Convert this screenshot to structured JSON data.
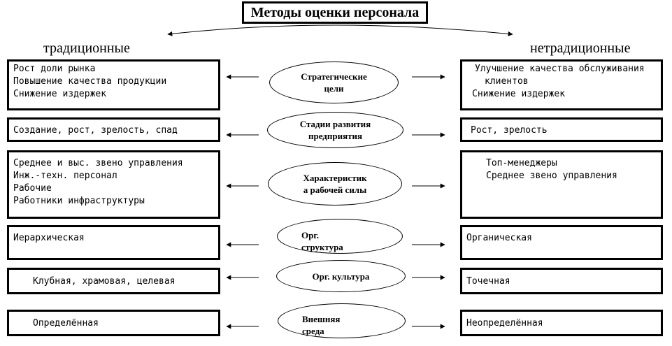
{
  "title": "Методы оценки персонала",
  "left_header": "традиционные",
  "right_header": "нетрадиционные",
  "rows": [
    {
      "criterion": [
        "Стратегические",
        "цели"
      ],
      "traditional": [
        "Рост доли рынка",
        "Повышение качества продукции",
        "Снижение издержек"
      ],
      "nontraditional": [
        "Улучшение качества обслуживания",
        "  клиентов",
        "Снижение издержек"
      ]
    },
    {
      "criterion": [
        "Стадии развития",
        "предприятия"
      ],
      "traditional": [
        "Создание, рост, зрелость, спад"
      ],
      "nontraditional": [
        "Рост, зрелость"
      ]
    },
    {
      "criterion": [
        "Характеристик",
        "а рабочей силы"
      ],
      "traditional": [
        "Среднее и выс. звено управления",
        "Инж.-техн. персонал",
        "Рабочие",
        "Работники инфраструктуры"
      ],
      "nontraditional": [
        "Топ-менеджеры",
        "Среднее звено управления"
      ]
    },
    {
      "criterion": [
        "Орг.",
        "структура"
      ],
      "traditional": [
        "Иерархическая"
      ],
      "nontraditional": [
        "Органическая"
      ]
    },
    {
      "criterion": [
        "Орг. культура"
      ],
      "traditional": [
        "Клубная, храмовая, целевая"
      ],
      "nontraditional": [
        "Точечная"
      ]
    },
    {
      "criterion": [
        "Внешняя",
        "среда"
      ],
      "traditional": [
        "Определённая"
      ],
      "nontraditional": [
        "Неопределённая"
      ]
    }
  ]
}
